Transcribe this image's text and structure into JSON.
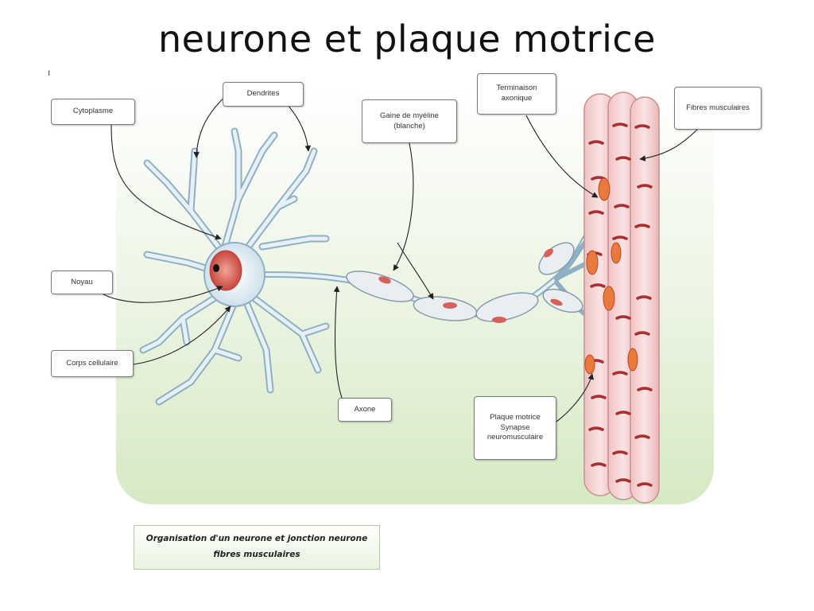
{
  "slide": {
    "title": "neurone et plaque motrice",
    "tick": "ı"
  },
  "labels": {
    "cytoplasme": "Cytoplasme",
    "dendrites": "Dendrites",
    "gaine": "Gaine de myéline\n(blanche)",
    "terminaison": "Terminaison\naxonique",
    "fibres": "Fibres musculaires",
    "noyau": "Noyau",
    "corps": "Corps cellulaire",
    "axone": "Axone",
    "plaque": "Plaque motrice\nSynapse\nneuromusculaire"
  },
  "caption": "Organisation d'un neurone et jonction neurone\nfibres musculaires",
  "colors": {
    "background_green": "#dfeecf",
    "neuron_fill": "#d6e6f0",
    "neuron_stroke": "#8fb0c4",
    "nucleus": "#d8544a",
    "muscle_fill": "#f4c9c9",
    "muscle_stripe": "#b03030",
    "leader": "#333333"
  }
}
